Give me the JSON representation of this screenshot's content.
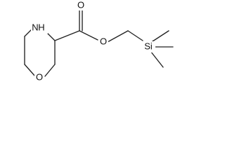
{
  "molecule": {
    "atoms": {
      "nh": "N",
      "nh_h": "H",
      "ring_o": "O",
      "carbonyl_o": "O",
      "ester_o": "O",
      "silicon": "Si"
    }
  }
}
